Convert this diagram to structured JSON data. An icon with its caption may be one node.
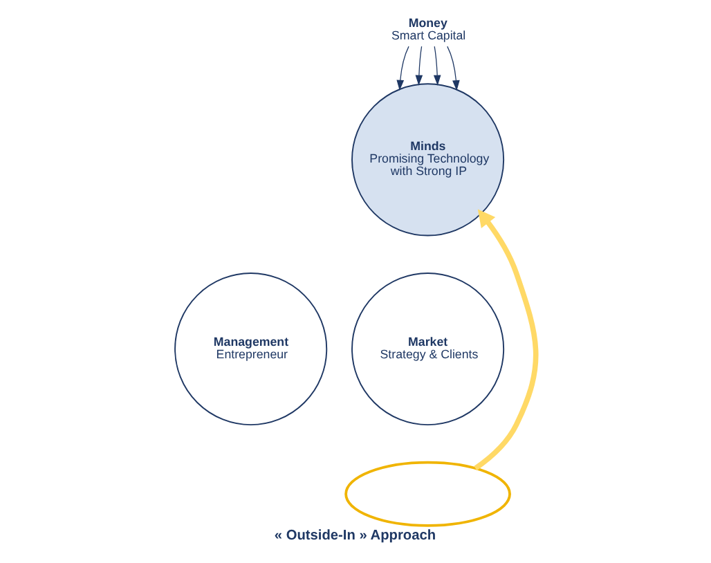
{
  "diagram": {
    "caption": "« Outside-In » Approach",
    "nodes": [
      {
        "text": [
          "Money",
          "Smart Capital"
        ]
      },
      {
        "text": [
          "Minds",
          "Promising Technology with Strong IP"
        ]
      },
      {
        "text": [
          "Management",
          "Entrepreneur"
        ]
      },
      {
        "text": [
          "Market",
          "Strategy & Clients"
        ]
      },
      {
        "text": [],
        "shape": "ellipse"
      }
    ],
    "edges": [
      {
        "from": 0,
        "to": 1,
        "arrow": "to"
      },
      {
        "from": 0,
        "to": 1,
        "arrow": "to"
      },
      {
        "from": 0,
        "to": 1,
        "arrow": "to"
      },
      {
        "from": 0,
        "to": 1,
        "arrow": "to"
      },
      {
        "from": 4,
        "to": 1,
        "arrow": "to",
        "style": "thick",
        "color": "#ffd966"
      }
    ]
  }
}
